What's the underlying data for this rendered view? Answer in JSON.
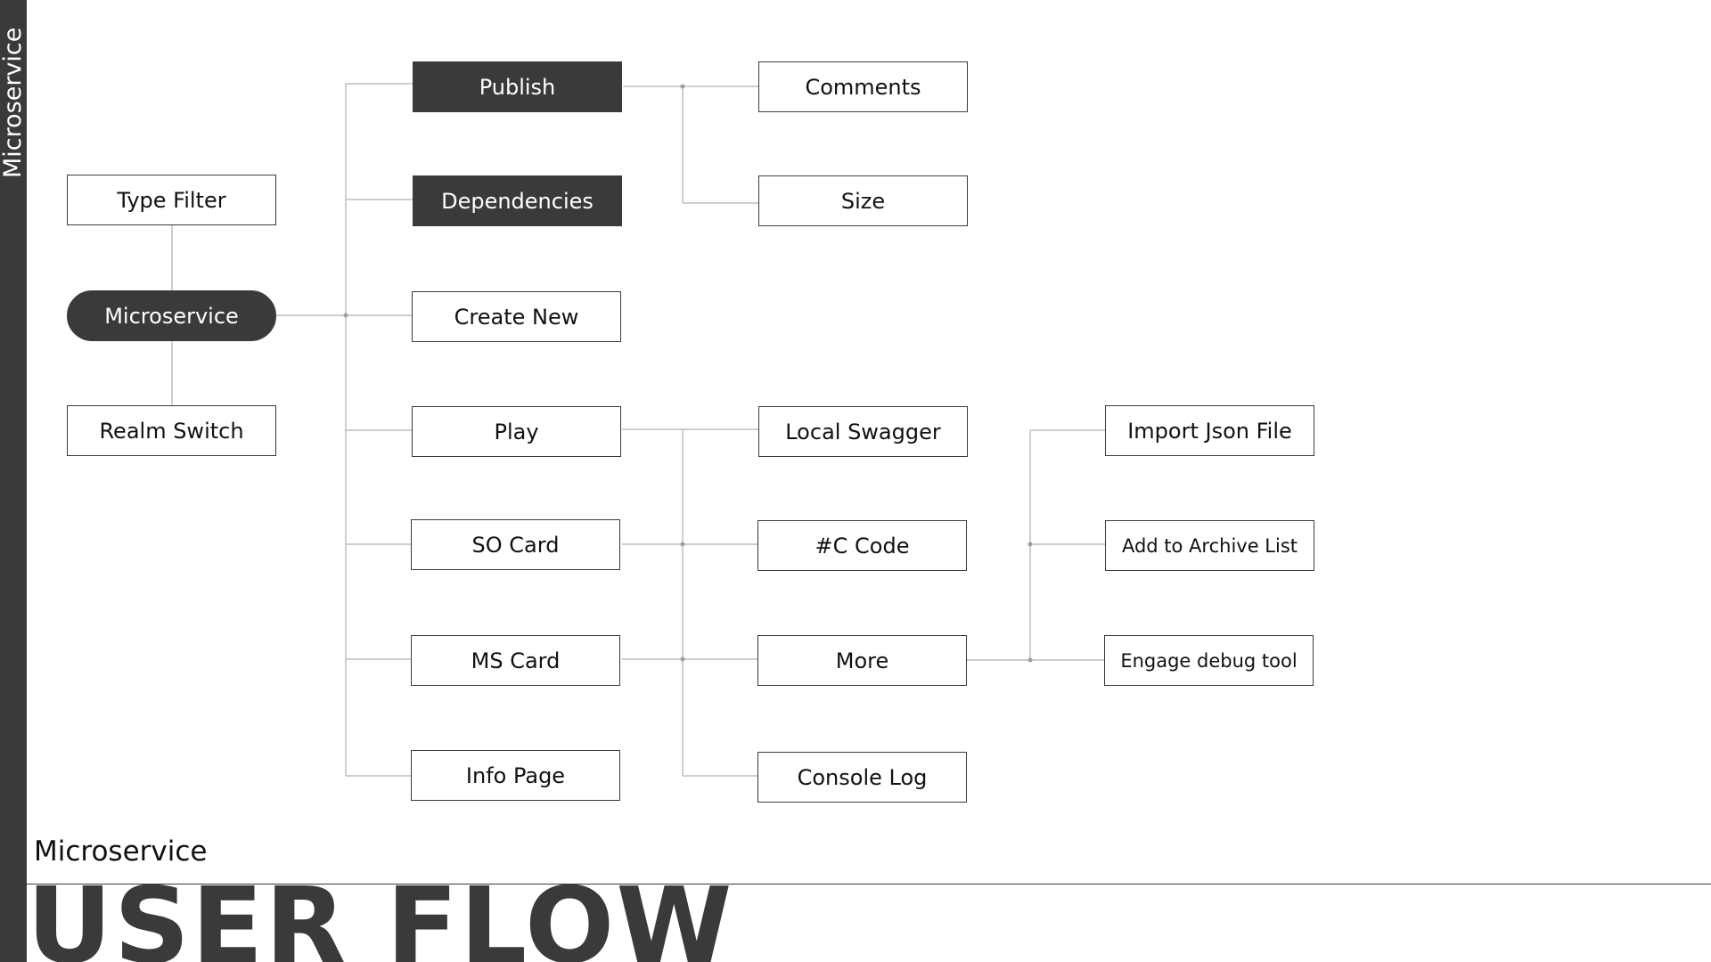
{
  "sidebar": {
    "label": "Microservice"
  },
  "nodes": {
    "type_filter": "Type Filter",
    "microservice": "Microservice",
    "realm_switch": "Realm Switch",
    "publish": "Publish",
    "dependencies": "Dependencies",
    "create_new": "Create New",
    "play": "Play",
    "so_card": "SO Card",
    "ms_card": "MS Card",
    "info_page": "Info Page",
    "comments": "Comments",
    "size": "Size",
    "local_swagger": "Local Swagger",
    "c_code": "#C Code",
    "more": "More",
    "console_log": "Console Log",
    "import_json_file": "Import Json File",
    "add_to_archive_list": "Add to Archive List",
    "engage_debug_tool": "Engage debug tool"
  },
  "footer": {
    "subtitle": "Microservice",
    "title": "USER FLOW"
  },
  "colors": {
    "dark": "#3a3a3a",
    "wire": "#bdbdbd",
    "background": "#ffffff"
  }
}
